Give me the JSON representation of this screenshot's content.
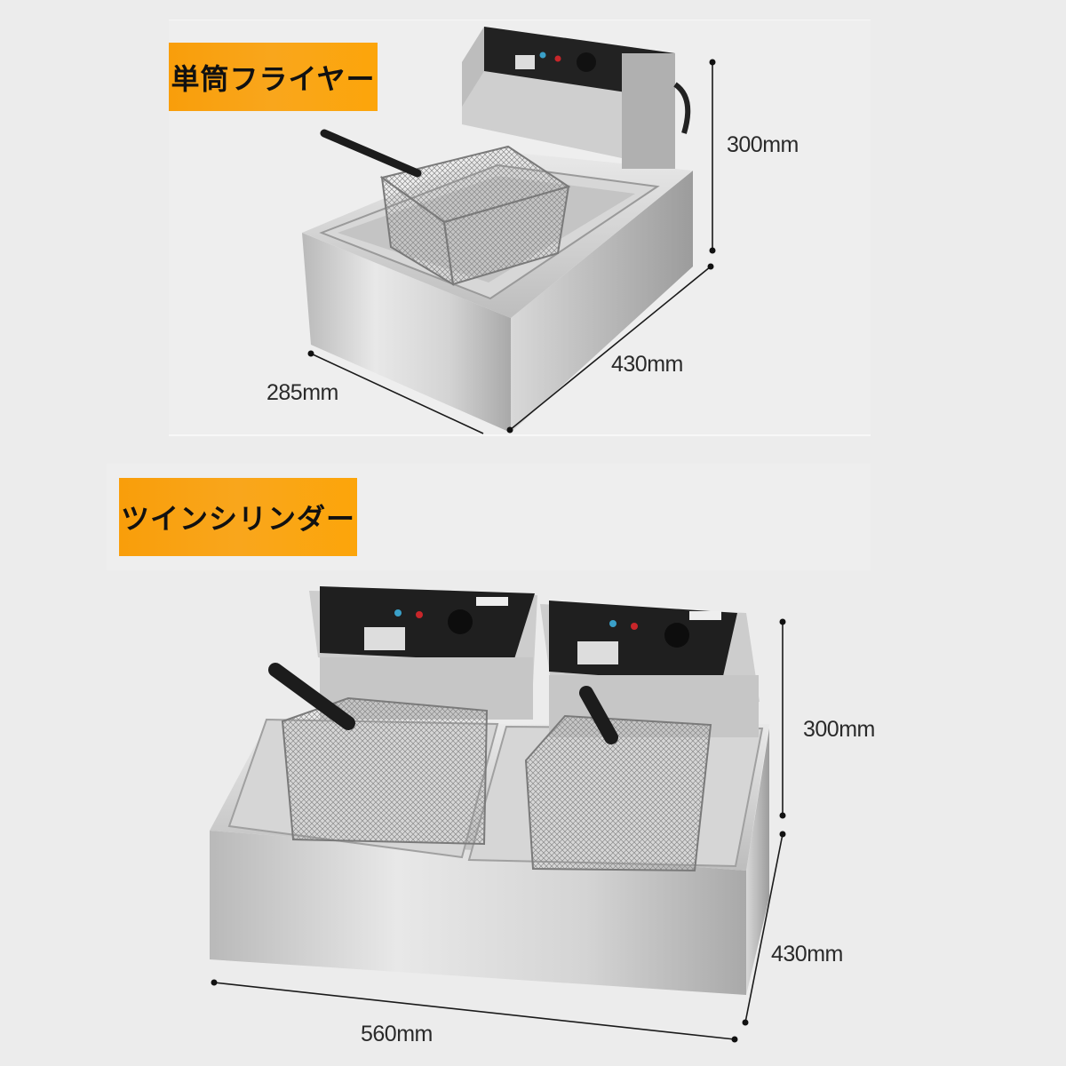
{
  "sections": [
    {
      "label": "単筒フライヤー",
      "dimensions": {
        "height": "300mm",
        "depth": "430mm",
        "width": "285mm"
      }
    },
    {
      "label": "ツインシリンダー",
      "dimensions": {
        "height": "300mm",
        "depth": "430mm",
        "width": "560mm"
      }
    }
  ],
  "colors": {
    "label_bg": "#f9a21a",
    "background": "#ececec",
    "steel": "#c9c9c9",
    "control_panel": "#1e1e1e",
    "dimension_line": "#1a1a1a"
  }
}
